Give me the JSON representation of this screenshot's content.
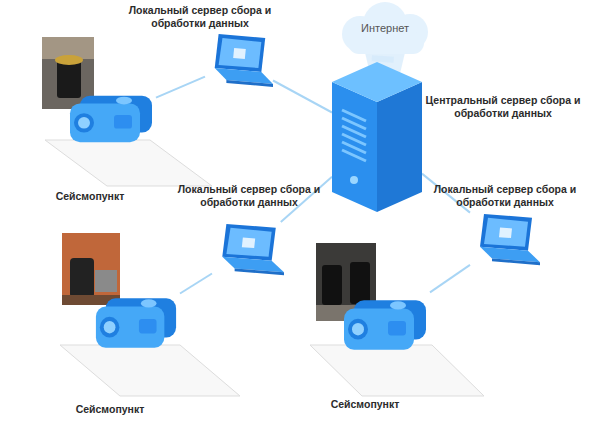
{
  "diagram": {
    "nodes": [
      {
        "text": [
          "Локальный сервер сбора и обработки данных"
        ]
      },
      {
        "text": [
          "Интернет"
        ]
      },
      {
        "text": [
          "Центральный сервер сбора и обработки данных"
        ]
      },
      {
        "text": [
          "Сейсмопункт"
        ]
      },
      {
        "text": [
          "Локальный сервер сбора и обработки данных"
        ]
      },
      {
        "text": [
          "Локальный сервер сбора и обработки данных"
        ]
      },
      {
        "text": [
          "Сейсмопункт"
        ]
      },
      {
        "text": [
          "Сейсмопункт"
        ]
      }
    ],
    "edges": [
      {
        "from": 3,
        "to": 0,
        "arrow": "none"
      },
      {
        "from": 0,
        "to": 2,
        "arrow": "none"
      },
      {
        "from": 1,
        "to": 2,
        "arrow": "none"
      },
      {
        "from": 4,
        "to": 2,
        "arrow": "none"
      },
      {
        "from": 5,
        "to": 2,
        "arrow": "none"
      },
      {
        "from": 6,
        "to": 4,
        "arrow": "none"
      },
      {
        "from": 7,
        "to": 5,
        "arrow": "none"
      }
    ]
  }
}
